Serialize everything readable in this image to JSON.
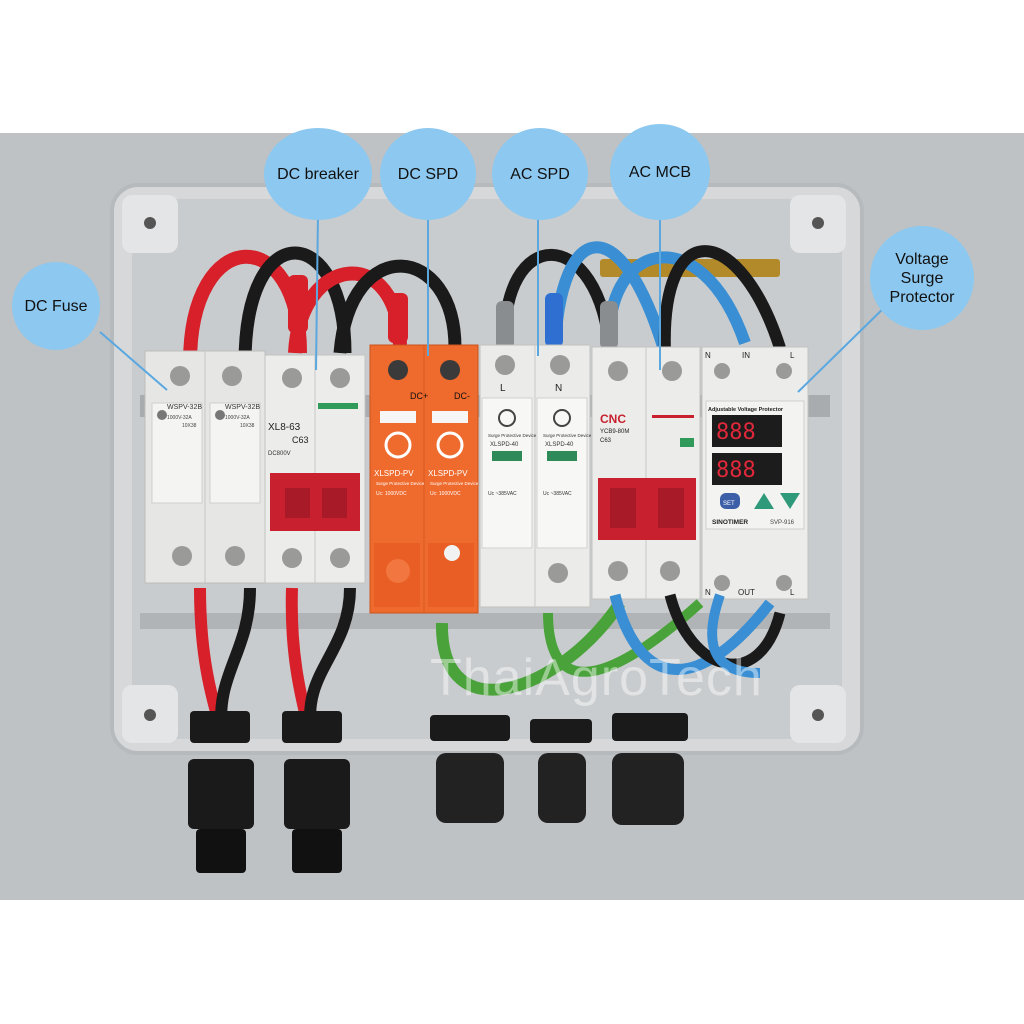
{
  "labels": {
    "dc_fuse": "DC Fuse",
    "dc_breaker": "DC breaker",
    "dc_spd": "DC SPD",
    "ac_spd": "AC SPD",
    "ac_mcb": "AC MCB",
    "vsp_line1": "Voltage",
    "vsp_line2": "Surge",
    "vsp_line3": "Protector"
  },
  "watermark": "ThaiAgroTech",
  "modules": {
    "fuse_model": "WSPV-32B",
    "fuse_rating": "1000V-32A",
    "fuse_size": "10X38",
    "dc_breaker_model": "XL8-63",
    "dc_breaker_curve": "C63",
    "dc_breaker_voltage": "DC800V",
    "spd_pos_terminal": "DC+",
    "spd_neg_terminal": "DC-",
    "spd_dc_model": "XLSPD-PV",
    "spd_dc_desc": "Surge Protective Device",
    "spd_dc_rating": "Uc: 1000VDC",
    "ac_spd_terminal_l": "L",
    "ac_spd_terminal_n": "N",
    "ac_spd_model": "XLSPD-40",
    "ac_spd_desc": "Surge Protective Device",
    "ac_spd_rating": "Uc ~385VAC",
    "mcb_brand": "CNC",
    "mcb_model": "YCB9-80M",
    "mcb_curve": "C63",
    "vsp_title": "Adjustable Voltage Protector",
    "vsp_display_top": "888",
    "vsp_display_bottom": "888",
    "vsp_set": "SET",
    "vsp_brand": "SINOTIMER",
    "vsp_model": "SVP-916",
    "vsp_in_n": "N",
    "vsp_in": "IN",
    "vsp_in_l": "L",
    "vsp_out_n": "N",
    "vsp_out": "OUT",
    "vsp_out_l": "L"
  },
  "colors": {
    "callout": "#8cc8ef",
    "enclosure": "#cfd2d4",
    "spd_orange": "#ef6a2d",
    "breaker_red": "#c8202f",
    "wire_red": "#d7202a",
    "wire_black": "#1a1a1a",
    "wire_blue": "#3a8fd4",
    "wire_green": "#4aa33a"
  }
}
